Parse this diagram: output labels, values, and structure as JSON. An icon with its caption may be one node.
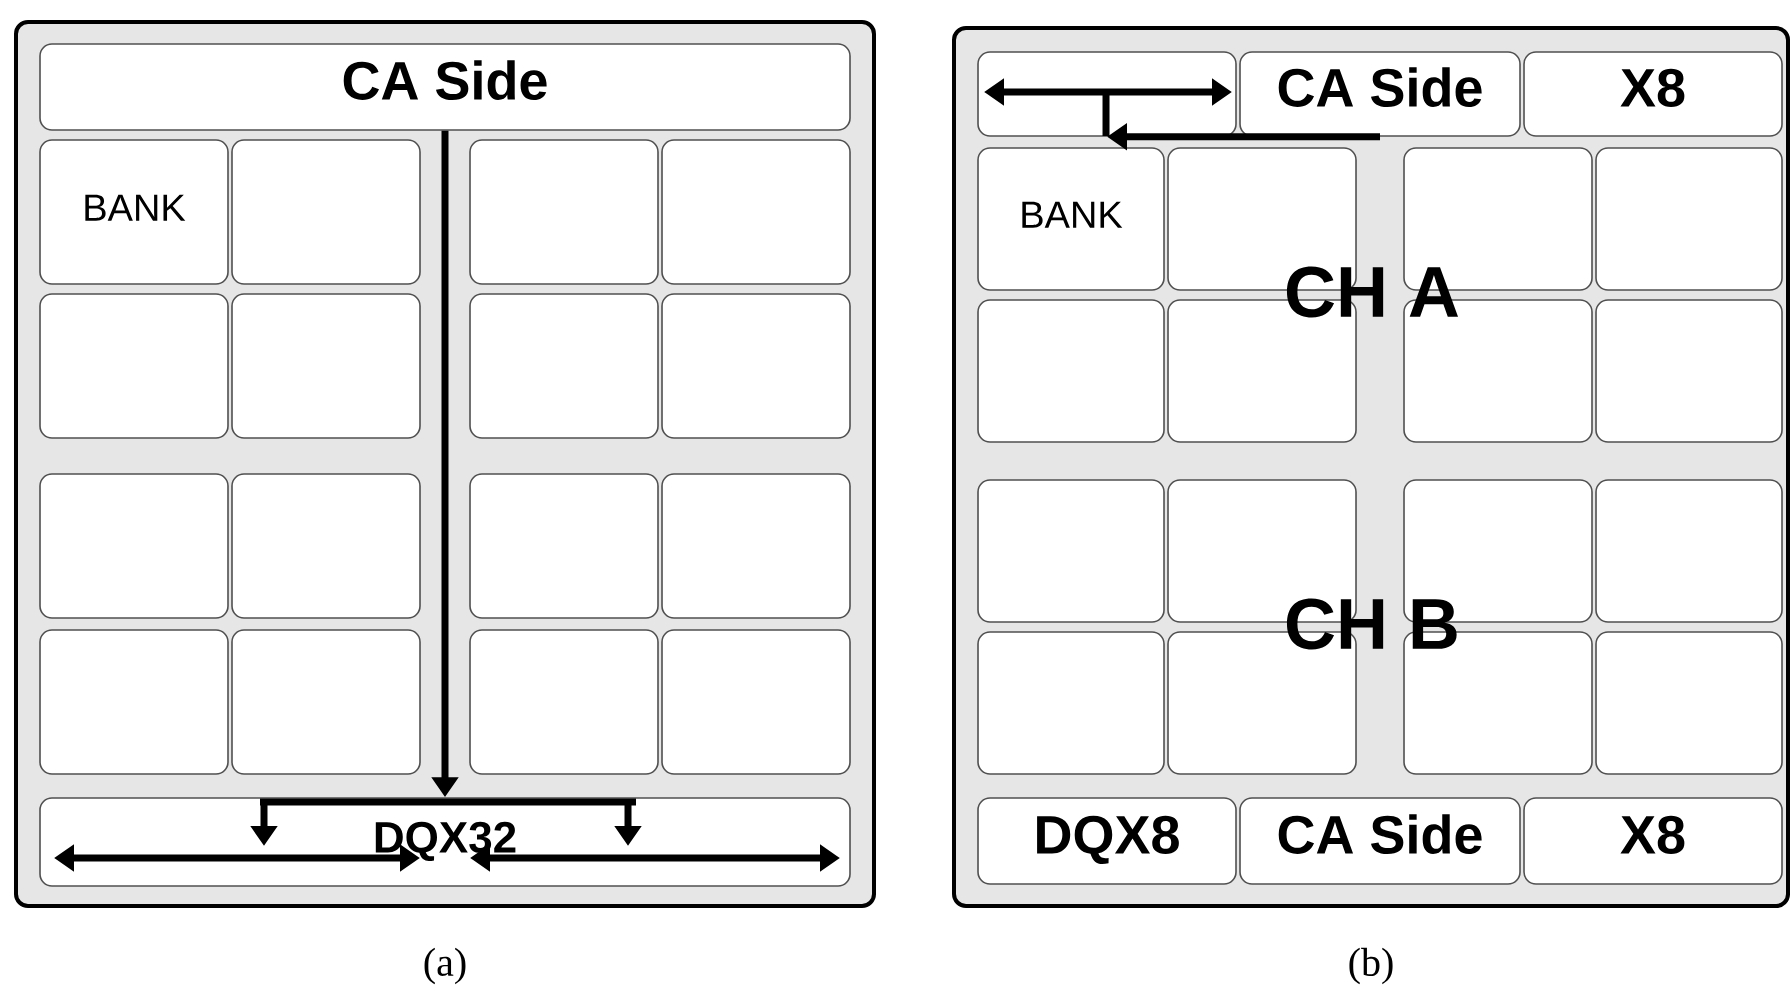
{
  "diagram": {
    "nodes": [
      {
        "text": [],
        "shape": "box",
        "beside": [
          "(a)"
        ]
      },
      {
        "text": [
          "CA Side"
        ],
        "in": 0
      },
      {
        "text": [
          "BANK"
        ],
        "in": 0
      },
      {
        "text": [],
        "shape": "box",
        "in": 0
      },
      {
        "text": [],
        "shape": "box",
        "in": 0
      },
      {
        "text": [],
        "shape": "box",
        "in": 0
      },
      {
        "text": [],
        "shape": "box",
        "in": 0
      },
      {
        "text": [],
        "shape": "box",
        "in": 0
      },
      {
        "text": [],
        "shape": "box",
        "in": 0
      },
      {
        "text": [],
        "shape": "box",
        "in": 0
      },
      {
        "text": [],
        "shape": "box",
        "in": 0
      },
      {
        "text": [],
        "shape": "box",
        "in": 0
      },
      {
        "text": [],
        "shape": "box",
        "in": 0
      },
      {
        "text": [],
        "shape": "box",
        "in": 0
      },
      {
        "text": [],
        "shape": "box",
        "in": 0
      },
      {
        "text": [],
        "shape": "box",
        "in": 0
      },
      {
        "text": [],
        "shape": "box",
        "in": 0
      },
      {
        "text": [],
        "shape": "box",
        "in": 0
      },
      {
        "text": [
          "DQX32"
        ],
        "in": 0
      },
      {
        "text": [],
        "shape": "box",
        "beside": [
          "(b)"
        ]
      },
      {
        "text": [],
        "shape": "box",
        "in": 19
      },
      {
        "text": [
          "CA Side"
        ],
        "in": 19
      },
      {
        "text": [
          "X8"
        ],
        "in": 19
      },
      {
        "text": [
          "BANK"
        ],
        "in": 19
      },
      {
        "text": [],
        "shape": "box",
        "in": 19
      },
      {
        "text": [],
        "shape": "box",
        "in": 19
      },
      {
        "text": [],
        "shape": "box",
        "in": 19
      },
      {
        "text": [],
        "shape": "box",
        "in": 19
      },
      {
        "text": [],
        "shape": "box",
        "in": 19
      },
      {
        "text": [],
        "shape": "box",
        "in": 19
      },
      {
        "text": [],
        "shape": "box",
        "in": 19
      },
      {
        "text": [],
        "shape": "box",
        "in": 19
      },
      {
        "text": [],
        "shape": "box",
        "in": 19
      },
      {
        "text": [],
        "shape": "box",
        "in": 19
      },
      {
        "text": [],
        "shape": "box",
        "in": 19
      },
      {
        "text": [],
        "shape": "box",
        "in": 19
      },
      {
        "text": [],
        "shape": "box",
        "in": 19
      },
      {
        "text": [],
        "shape": "box",
        "in": 19
      },
      {
        "text": [],
        "shape": "box",
        "in": 19
      },
      {
        "text": [
          "DQX8"
        ],
        "in": 19
      },
      {
        "text": [
          "CA Side"
        ],
        "in": 19
      },
      {
        "text": [
          "X8"
        ],
        "in": 19
      }
    ],
    "edges": [
      {
        "from": 1,
        "to": 18,
        "arrow": "to"
      },
      {
        "from": 21,
        "to": 20,
        "arrow": "to"
      }
    ],
    "labels": [
      "CH A",
      "CH B"
    ]
  }
}
